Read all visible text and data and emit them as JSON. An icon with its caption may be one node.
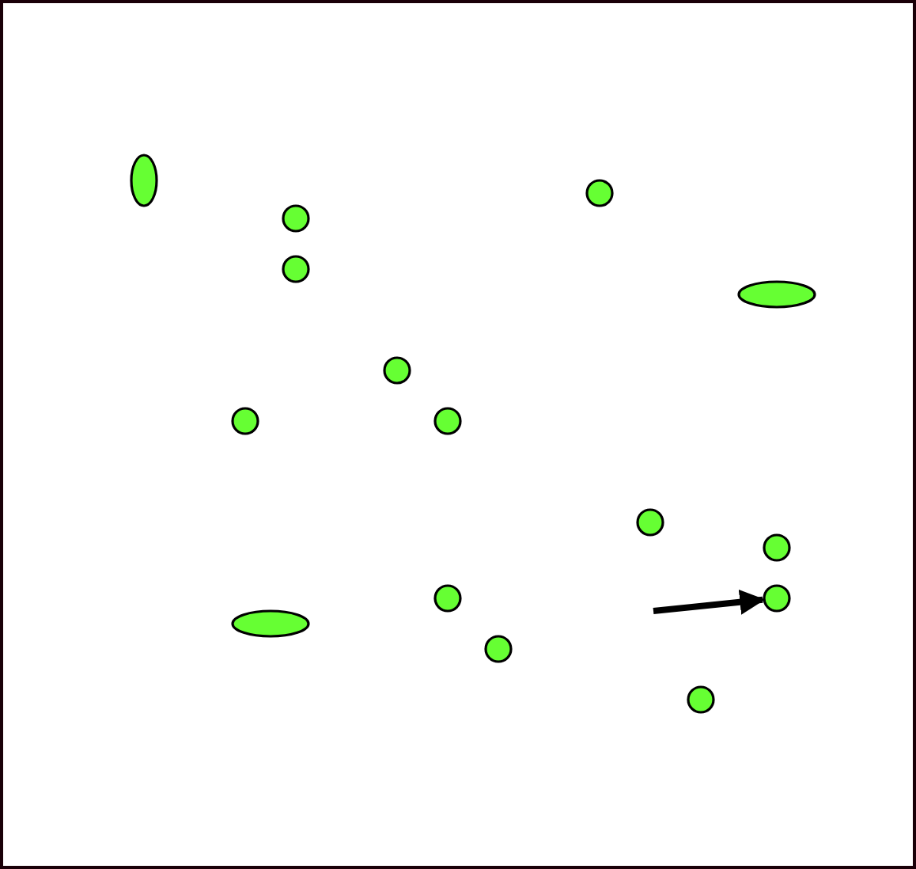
{
  "diagram": {
    "nodes": [
      {
        "text": [],
        "shape": "ellipse"
      },
      {
        "text": [],
        "shape": "circle"
      },
      {
        "text": [],
        "shape": "ellipse"
      },
      {
        "text": [],
        "shape": "circle"
      },
      {
        "text": [],
        "shape": "circle"
      },
      {
        "text": [],
        "shape": "circle"
      },
      {
        "text": [],
        "shape": "circle"
      },
      {
        "text": [],
        "shape": "circle"
      },
      {
        "text": [],
        "shape": "circle"
      },
      {
        "text": [],
        "shape": "circle"
      },
      {
        "text": [],
        "shape": "circle"
      },
      {
        "text": [],
        "shape": "circle"
      },
      {
        "text": [],
        "shape": "ellipse"
      },
      {
        "text": [],
        "shape": "circle"
      },
      {
        "text": [],
        "shape": "circle"
      }
    ],
    "edges": [
      {
        "from": null,
        "to": 14,
        "arrow": "to"
      }
    ]
  }
}
